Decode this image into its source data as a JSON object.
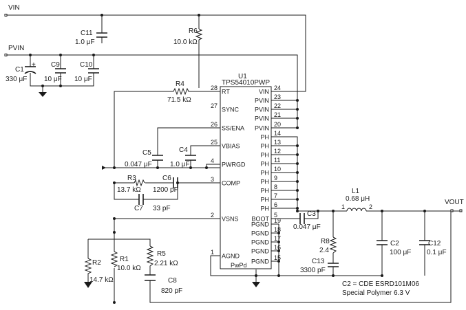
{
  "nets": {
    "vin": "VIN",
    "pvin": "PVIN",
    "vout": "VOUT"
  },
  "ic": {
    "ref": "U1",
    "part": "TPS54010PWP",
    "left_pins": [
      {
        "num": "28",
        "name": "RT"
      },
      {
        "num": "27",
        "name": "SYNC"
      },
      {
        "num": "26",
        "name": "SS/ENA"
      },
      {
        "num": "25",
        "name": "VBIAS"
      },
      {
        "num": "4",
        "name": "PWRGD"
      },
      {
        "num": "3",
        "name": "COMP"
      },
      {
        "num": "2",
        "name": "VSNS"
      },
      {
        "num": "1",
        "name": "AGND"
      }
    ],
    "right_pins": [
      {
        "num": "24",
        "name": "VIN"
      },
      {
        "num": "23",
        "name": "PVIN"
      },
      {
        "num": "22",
        "name": "PVIN"
      },
      {
        "num": "21",
        "name": "PVIN"
      },
      {
        "num": "20",
        "name": "PVIN"
      },
      {
        "num": "14",
        "name": "PH"
      },
      {
        "num": "13",
        "name": "PH"
      },
      {
        "num": "12",
        "name": "PH"
      },
      {
        "num": "11",
        "name": "PH"
      },
      {
        "num": "10",
        "name": "PH"
      },
      {
        "num": "9",
        "name": "PH"
      },
      {
        "num": "8",
        "name": "PH"
      },
      {
        "num": "7",
        "name": "PH"
      },
      {
        "num": "6",
        "name": "PH"
      },
      {
        "num": "5",
        "name": "BOOT"
      },
      {
        "num": "19",
        "name": "PGND"
      },
      {
        "num": "18",
        "name": "PGND"
      },
      {
        "num": "17",
        "name": "PGND"
      },
      {
        "num": "16",
        "name": "PGND"
      },
      {
        "num": "15",
        "name": "PGND"
      }
    ],
    "pwpd": "PwPd"
  },
  "components": {
    "c11": {
      "ref": "C11",
      "value": "1.0 μF"
    },
    "r6": {
      "ref": "R6",
      "value": "10.0 kΩ"
    },
    "c1": {
      "ref": "C1",
      "value": "330 μF"
    },
    "c9": {
      "ref": "C9",
      "value": "10 μF"
    },
    "c10": {
      "ref": "C10",
      "value": "10 μF"
    },
    "r4": {
      "ref": "R4",
      "value": "71.5 kΩ"
    },
    "c5": {
      "ref": "C5",
      "value": "0.047 μF"
    },
    "c4": {
      "ref": "C4",
      "value": "1.0 μF"
    },
    "r3": {
      "ref": "R3",
      "value": "13.7 kΩ"
    },
    "c6": {
      "ref": "C6",
      "value": "1200 pF"
    },
    "c7": {
      "ref": "C7",
      "value": "33 pF"
    },
    "r2": {
      "ref": "R2",
      "value": "14.7 kΩ"
    },
    "r1": {
      "ref": "R1",
      "value": "10.0 kΩ"
    },
    "r5": {
      "ref": "R5",
      "value": "2.21 kΩ"
    },
    "c8": {
      "ref": "C8",
      "value": "820 pF"
    },
    "c3": {
      "ref": "C3",
      "value": "0.047 μF"
    },
    "l1": {
      "ref": "L1",
      "value": "0.68 μH",
      "pin1": "1",
      "pin2": "2"
    },
    "r8": {
      "ref": "R8",
      "value": "2.4"
    },
    "c13": {
      "ref": "C13",
      "value": "3300 pF"
    },
    "c2": {
      "ref": "C2",
      "value": "100 μF"
    },
    "c12": {
      "ref": "C12",
      "value": "0.1 μF"
    }
  },
  "notes": {
    "line1": "C2 = CDE ESRD101M06",
    "line2": "Special Polymer 6.3 V"
  },
  "c1_polarity": "+"
}
